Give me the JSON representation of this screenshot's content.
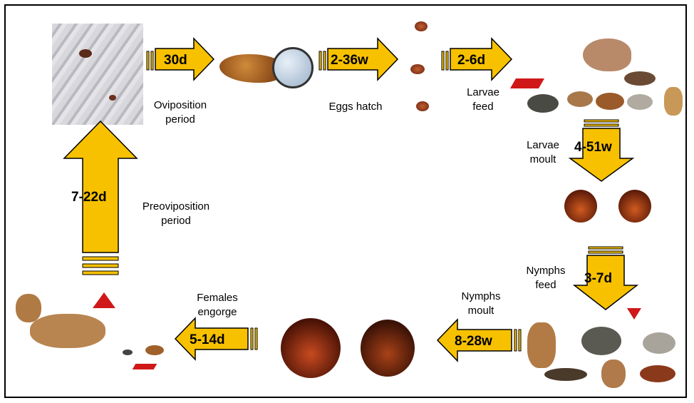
{
  "colors": {
    "arrow_fill": "#f7c100",
    "arrow_stroke": "#000000",
    "tick_red": "#8b1a0a"
  },
  "stages": [
    {
      "duration": "30d",
      "caption": "Oviposition\nperiod"
    },
    {
      "duration": "2-36w",
      "caption": "Eggs hatch"
    },
    {
      "duration": "2-6d",
      "caption": "Larvae\nfeed"
    },
    {
      "duration": "4-51w",
      "caption": "Larvae\nmoult"
    },
    {
      "duration": "3-7d",
      "caption": "Nymphs\nfeed"
    },
    {
      "duration": "8-28w",
      "caption": "Nymphs\nmoult"
    },
    {
      "duration": "5-14d",
      "caption": "Females\nengorge"
    },
    {
      "duration": "7-22d",
      "caption": "Preoviposition\nperiod"
    }
  ],
  "images": [
    "adult-ticks-on-skin-photo",
    "tick-egg-mass-photo",
    "hatched-larvae-photo",
    "small-host-animals-photo",
    "moulted-nymphs-photo",
    "medium-host-animals-photo",
    "adult-ticks-photo",
    "deer-host-photo"
  ]
}
